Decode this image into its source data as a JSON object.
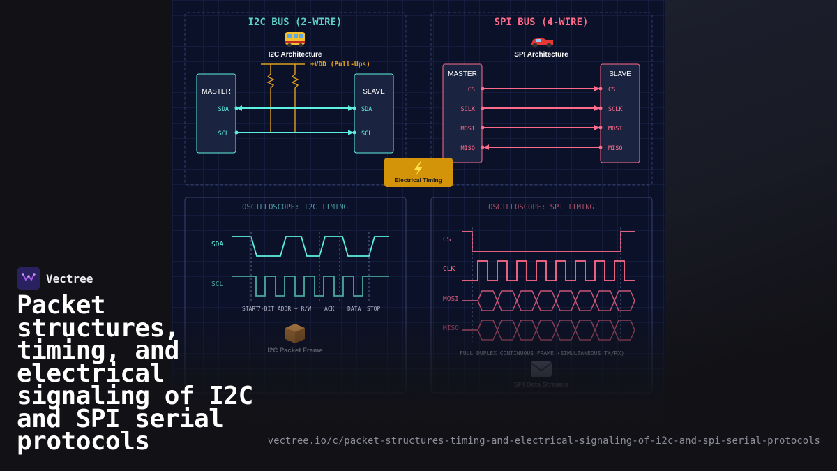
{
  "brand": {
    "name": "Vectree",
    "accent": "#a557e6"
  },
  "title": "Packet structures, timing, and electrical signaling of I2C and SPI serial protocols",
  "url": "vectree.io/c/packet-structures-timing-and-electrical-signaling-of-i2c-and-spi-serial-protocols",
  "colors": {
    "i2c": "#5ef0e0",
    "spi": "#ff6b8a",
    "pullup": "#e0a020",
    "panel": "#0b1129"
  },
  "i2c": {
    "heading": "I2C BUS (2-WIRE)",
    "icon": "bus-icon",
    "arch_label": "I2C Architecture",
    "vdd_label": "+VDD (Pull-Ups)",
    "master": {
      "label": "MASTER",
      "pins": [
        "SDA",
        "SCL"
      ]
    },
    "slave": {
      "label": "SLAVE",
      "pins": [
        "SDA",
        "SCL"
      ]
    }
  },
  "spi": {
    "heading": "SPI BUS (4-WIRE)",
    "icon": "race-car-icon",
    "arch_label": "SPI Architecture",
    "master": {
      "label": "MASTER",
      "pins": [
        "CS",
        "SCLK",
        "MOSI",
        "MISO"
      ]
    },
    "slave": {
      "label": "SLAVE",
      "pins": [
        "CS",
        "SCLK",
        "MOSI",
        "MISO"
      ]
    }
  },
  "timing_badge": {
    "icon": "lightning-icon",
    "label": "Electrical Timing"
  },
  "scope_i2c": {
    "title": "OSCILLOSCOPE: I2C TIMING",
    "signals": [
      "SDA",
      "SCL"
    ],
    "phases": [
      "START",
      "7-BIT ADDR + R/W",
      "ACK",
      "DATA",
      "STOP"
    ],
    "icon": "package-icon",
    "caption": "I2C Packet Frame"
  },
  "scope_spi": {
    "title": "OSCILLOSCOPE: SPI TIMING",
    "signals": [
      "CS",
      "CLK",
      "MOSI",
      "MISO"
    ],
    "note": "FULL DUPLEX CONTINUOUS FRAME (SIMULTANEOUS TX/RX)",
    "icon": "mailbox-icon",
    "caption": "SPI Data Streams"
  }
}
